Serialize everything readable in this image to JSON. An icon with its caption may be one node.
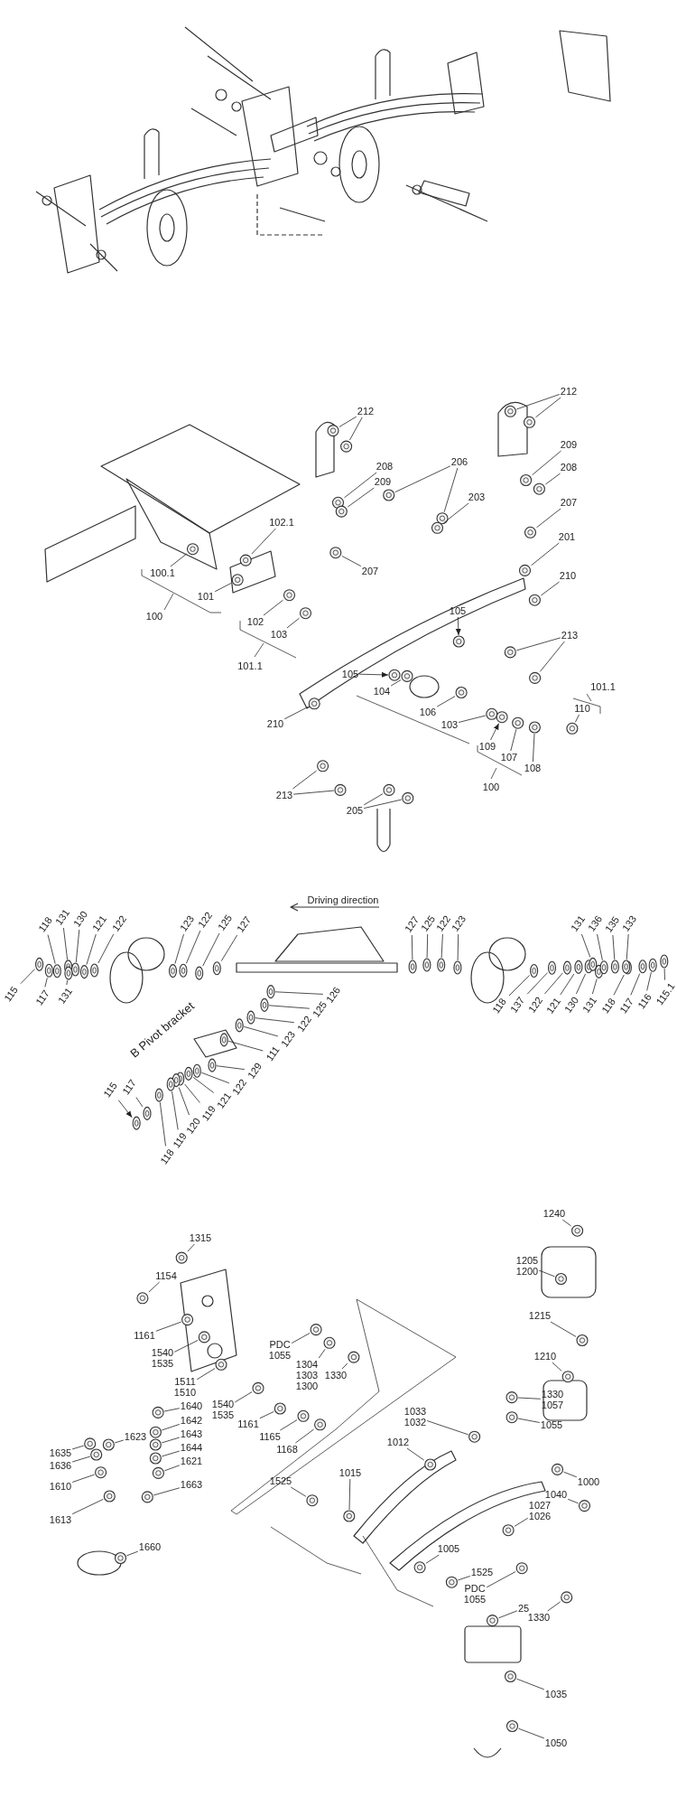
{
  "diagram": {
    "nodes": [
      {
        "text": [
          "102.1"
        ]
      },
      {
        "text": [
          "100.1"
        ]
      },
      {
        "text": [
          "101"
        ]
      },
      {
        "text": [
          "102"
        ]
      },
      {
        "text": [
          "103"
        ]
      },
      {
        "text": [
          "210"
        ]
      },
      {
        "text": [
          "213"
        ]
      },
      {
        "text": [
          "212"
        ]
      },
      {
        "text": [
          "208"
        ]
      },
      {
        "text": [
          "209"
        ]
      },
      {
        "text": [
          "206"
        ]
      },
      {
        "text": [
          "203"
        ]
      },
      {
        "text": [
          "207"
        ]
      },
      {
        "text": [
          "212"
        ]
      },
      {
        "text": [
          "209"
        ]
      },
      {
        "text": [
          "208"
        ]
      },
      {
        "text": [
          "207"
        ]
      },
      {
        "text": [
          "201"
        ]
      },
      {
        "text": [
          "210"
        ]
      },
      {
        "text": [
          "213"
        ]
      },
      {
        "text": [
          "105"
        ]
      },
      {
        "text": [
          "105"
        ]
      },
      {
        "text": [
          "104"
        ]
      },
      {
        "text": [
          "106"
        ]
      },
      {
        "text": [
          "103"
        ]
      },
      {
        "text": [
          "109"
        ]
      },
      {
        "text": [
          "107"
        ]
      },
      {
        "text": [
          "108"
        ]
      },
      {
        "text": [
          "110"
        ]
      },
      {
        "text": [
          "205"
        ]
      },
      {
        "text": [
          "118"
        ]
      },
      {
        "text": [
          "131"
        ]
      },
      {
        "text": [
          "130"
        ]
      },
      {
        "text": [
          "121"
        ]
      },
      {
        "text": [
          "122"
        ]
      },
      {
        "text": [
          "115"
        ]
      },
      {
        "text": [
          "117"
        ]
      },
      {
        "text": [
          "131"
        ]
      },
      {
        "text": [
          "123"
        ]
      },
      {
        "text": [
          "122"
        ]
      },
      {
        "text": [
          "125"
        ]
      },
      {
        "text": [
          "127"
        ]
      },
      {
        "text": [
          "126"
        ]
      },
      {
        "text": [
          "125"
        ]
      },
      {
        "text": [
          "122"
        ]
      },
      {
        "text": [
          "123"
        ]
      },
      {
        "text": [
          "111"
        ]
      },
      {
        "text": [
          "129"
        ]
      },
      {
        "text": [
          "122"
        ]
      },
      {
        "text": [
          "121"
        ]
      },
      {
        "text": [
          "119"
        ]
      },
      {
        "text": [
          "120"
        ]
      },
      {
        "text": [
          "119"
        ]
      },
      {
        "text": [
          "118"
        ]
      },
      {
        "text": [
          "115"
        ]
      },
      {
        "text": [
          "117"
        ]
      },
      {
        "text": [
          "127"
        ]
      },
      {
        "text": [
          "125"
        ]
      },
      {
        "text": [
          "122"
        ]
      },
      {
        "text": [
          "123"
        ]
      },
      {
        "text": [
          "118"
        ]
      },
      {
        "text": [
          "137"
        ]
      },
      {
        "text": [
          "122"
        ]
      },
      {
        "text": [
          "121"
        ]
      },
      {
        "text": [
          "130"
        ]
      },
      {
        "text": [
          "131"
        ]
      },
      {
        "text": [
          "118"
        ]
      },
      {
        "text": [
          "117"
        ]
      },
      {
        "text": [
          "116"
        ]
      },
      {
        "text": [
          "115.1"
        ]
      },
      {
        "text": [
          "131"
        ]
      },
      {
        "text": [
          "136"
        ]
      },
      {
        "text": [
          "135"
        ]
      },
      {
        "text": [
          "133"
        ]
      },
      {
        "text": [
          "1315"
        ]
      },
      {
        "text": [
          "1154"
        ]
      },
      {
        "text": [
          "1161"
        ]
      },
      {
        "text": [
          "1540 1535"
        ]
      },
      {
        "text": [
          "1511 1510"
        ]
      },
      {
        "text": [
          "PDC 1055"
        ]
      },
      {
        "text": [
          "1304 1303 1300"
        ]
      },
      {
        "text": [
          "1330"
        ]
      },
      {
        "text": [
          "1540 1535"
        ]
      },
      {
        "text": [
          "1161"
        ]
      },
      {
        "text": [
          "1165"
        ]
      },
      {
        "text": [
          "1168"
        ]
      },
      {
        "text": [
          "1240"
        ]
      },
      {
        "text": [
          "1205 1200"
        ]
      },
      {
        "text": [
          "1215"
        ]
      },
      {
        "text": [
          "1210"
        ]
      },
      {
        "text": [
          "1330 1057"
        ]
      },
      {
        "text": [
          "1055"
        ]
      },
      {
        "text": [
          "1033 1032"
        ]
      },
      {
        "text": [
          "1012"
        ]
      },
      {
        "text": [
          "1000"
        ]
      },
      {
        "text": [
          "1640"
        ]
      },
      {
        "text": [
          "1642"
        ]
      },
      {
        "text": [
          "1643"
        ]
      },
      {
        "text": [
          "1644"
        ]
      },
      {
        "text": [
          "1621"
        ]
      },
      {
        "text": [
          "1663"
        ]
      },
      {
        "text": [
          "1623"
        ]
      },
      {
        "text": [
          "1635"
        ]
      },
      {
        "text": [
          "1636"
        ]
      },
      {
        "text": [
          "1610"
        ]
      },
      {
        "text": [
          "1525"
        ]
      },
      {
        "text": [
          "1015"
        ]
      },
      {
        "text": [
          "1040"
        ]
      },
      {
        "text": [
          "1027 1026"
        ]
      },
      {
        "text": [
          "1613"
        ]
      },
      {
        "text": [
          "1660"
        ]
      },
      {
        "text": [
          "1005"
        ]
      },
      {
        "text": [
          "1525"
        ]
      },
      {
        "text": [
          "PDC 1055"
        ]
      },
      {
        "text": [
          "1330"
        ]
      },
      {
        "text": [
          "25"
        ]
      },
      {
        "text": [
          "1035"
        ]
      },
      {
        "text": [
          "1050"
        ]
      },
      {
        "text": [],
        "shape": "picture"
      },
      {
        "text": [],
        "shape": "picture"
      },
      {
        "text": [],
        "shape": "picture"
      },
      {
        "text": [],
        "shape": "picture"
      },
      {
        "text": [],
        "shape": "picture"
      },
      {
        "text": [],
        "shape": "picture"
      },
      {
        "text": [],
        "shape": "picture"
      },
      {
        "text": [],
        "shape": "picture"
      },
      {
        "text": [],
        "shape": "picture"
      },
      {
        "text": [],
        "shape": "picture"
      },
      {
        "text": [],
        "shape": "picture"
      },
      {
        "text": [],
        "shape": "picture"
      },
      {
        "text": [],
        "shape": "picture"
      },
      {
        "text": [],
        "shape": "picture"
      },
      {
        "text": [],
        "shape": "picture"
      },
      {
        "text": [],
        "shape": "picture"
      },
      {
        "text": [],
        "shape": "picture"
      },
      {
        "text": [],
        "shape": "picture"
      },
      {
        "text": [],
        "shape": "picture"
      },
      {
        "text": [],
        "shape": "picture"
      },
      {
        "text": [],
        "shape": "picture"
      },
      {
        "text": [],
        "shape": "picture"
      },
      {
        "text": [],
        "shape": "picture"
      },
      {
        "text": [],
        "shape": "picture"
      },
      {
        "text": [],
        "shape": "picture"
      },
      {
        "text": [],
        "shape": "picture"
      },
      {
        "text": [],
        "shape": "picture"
      },
      {
        "text": [],
        "shape": "picture"
      },
      {
        "text": [],
        "shape": "picture"
      },
      {
        "text": [],
        "shape": "picture"
      },
      {
        "text": [],
        "shape": "picture"
      },
      {
        "text": [],
        "shape": "picture"
      },
      {
        "text": [],
        "shape": "picture"
      },
      {
        "text": [],
        "shape": "picture"
      },
      {
        "text": [],
        "shape": "picture"
      },
      {
        "text": [],
        "shape": "picture"
      },
      {
        "text": [],
        "shape": "picture"
      },
      {
        "text": [],
        "shape": "picture"
      },
      {
        "text": [],
        "shape": "picture"
      },
      {
        "text": [],
        "shape": "picture"
      },
      {
        "text": [],
        "shape": "picture"
      },
      {
        "text": [],
        "shape": "picture"
      },
      {
        "text": [],
        "shape": "picture"
      },
      {
        "text": [],
        "shape": "picture"
      },
      {
        "text": [],
        "shape": "picture"
      },
      {
        "text": [],
        "shape": "picture"
      },
      {
        "text": [],
        "shape": "picture"
      },
      {
        "text": [],
        "shape": "picture"
      },
      {
        "text": [],
        "shape": "picture"
      },
      {
        "text": [],
        "shape": "picture"
      },
      {
        "text": [],
        "shape": "picture"
      },
      {
        "text": [],
        "shape": "picture"
      },
      {
        "text": [],
        "shape": "picture"
      },
      {
        "text": [],
        "shape": "picture"
      },
      {
        "text": [],
        "shape": "picture"
      },
      {
        "text": [],
        "shape": "picture"
      },
      {
        "text": [],
        "shape": "picture"
      },
      {
        "text": [],
        "shape": "picture"
      },
      {
        "text": [],
        "shape": "picture"
      },
      {
        "text": [],
        "shape": "picture"
      },
      {
        "text": [],
        "shape": "picture"
      },
      {
        "text": [],
        "shape": "picture"
      },
      {
        "text": [],
        "shape": "picture"
      },
      {
        "text": [],
        "shape": "picture"
      },
      {
        "text": [],
        "shape": "picture"
      },
      {
        "text": [],
        "shape": "picture"
      },
      {
        "text": [],
        "shape": "picture"
      },
      {
        "text": [],
        "shape": "picture"
      },
      {
        "text": [],
        "shape": "picture"
      },
      {
        "text": [],
        "shape": "picture"
      },
      {
        "text": [],
        "shape": "picture"
      },
      {
        "text": [],
        "shape": "picture"
      },
      {
        "text": [],
        "shape": "picture"
      },
      {
        "text": [],
        "shape": "picture"
      },
      {
        "text": [],
        "shape": "picture"
      },
      {
        "text": [],
        "shape": "picture"
      },
      {
        "text": [],
        "shape": "picture"
      },
      {
        "text": [],
        "shape": "picture"
      },
      {
        "text": [],
        "shape": "picture"
      },
      {
        "text": [],
        "shape": "picture"
      },
      {
        "text": [],
        "shape": "picture"
      },
      {
        "text": [],
        "shape": "picture"
      },
      {
        "text": [],
        "shape": "picture"
      },
      {
        "text": [],
        "shape": "picture"
      },
      {
        "text": [],
        "shape": "picture"
      },
      {
        "text": [],
        "shape": "picture"
      },
      {
        "text": [],
        "shape": "picture"
      },
      {
        "text": [],
        "shape": "picture"
      },
      {
        "text": [],
        "shape": "picture"
      },
      {
        "text": [],
        "shape": "picture"
      },
      {
        "text": [],
        "shape": "picture"
      },
      {
        "text": [],
        "shape": "picture"
      },
      {
        "text": [],
        "shape": "picture"
      },
      {
        "text": [],
        "shape": "picture"
      },
      {
        "text": [],
        "shape": "picture"
      },
      {
        "text": [],
        "shape": "picture"
      },
      {
        "text": [],
        "shape": "picture"
      },
      {
        "text": [],
        "shape": "picture"
      },
      {
        "text": [],
        "shape": "picture"
      },
      {
        "text": [],
        "shape": "picture"
      },
      {
        "text": [],
        "shape": "picture"
      },
      {
        "text": [],
        "shape": "picture"
      },
      {
        "text": [],
        "shape": "picture"
      },
      {
        "text": [],
        "shape": "picture"
      },
      {
        "text": [],
        "shape": "picture"
      },
      {
        "text": [],
        "shape": "picture"
      },
      {
        "text": [],
        "shape": "picture"
      },
      {
        "text": [],
        "shape": "picture"
      },
      {
        "text": [],
        "shape": "picture"
      },
      {
        "text": [],
        "shape": "picture"
      },
      {
        "text": [],
        "shape": "picture"
      },
      {
        "text": [],
        "shape": "picture"
      },
      {
        "text": [],
        "shape": "picture"
      },
      {
        "text": [],
        "shape": "picture"
      },
      {
        "text": [],
        "shape": "picture"
      },
      {
        "text": [],
        "shape": "picture"
      },
      {
        "text": [],
        "shape": "picture"
      },
      {
        "text": [],
        "shape": "picture"
      },
      {
        "text": [],
        "shape": "picture"
      },
      {
        "text": [],
        "shape": "picture"
      },
      {
        "text": [],
        "shape": "picture"
      },
      {
        "text": [],
        "shape": "picture"
      },
      {
        "text": [],
        "shape": "picture"
      },
      {
        "text": [],
        "shape": "picture"
      }
    ],
    "edges": [
      {
        "from": 0,
        "to": 118,
        "arrow": "none"
      },
      {
        "from": 1,
        "to": 119,
        "arrow": "none"
      },
      {
        "from": 2,
        "to": 120,
        "arrow": "none"
      },
      {
        "from": 3,
        "to": 121,
        "arrow": "none"
      },
      {
        "from": 4,
        "to": 122,
        "arrow": "none"
      },
      {
        "from": 5,
        "to": 123,
        "arrow": "none"
      },
      {
        "from": 6,
        "to": 124,
        "arrow": "none"
      },
      {
        "from": 6,
        "to": 125,
        "arrow": "none"
      },
      {
        "from": 7,
        "to": 126,
        "arrow": "none"
      },
      {
        "from": 7,
        "to": 127,
        "arrow": "none"
      },
      {
        "from": 8,
        "to": 128,
        "arrow": "none"
      },
      {
        "from": 9,
        "to": 129,
        "arrow": "none"
      },
      {
        "from": 10,
        "to": 130,
        "arrow": "none"
      },
      {
        "from": 10,
        "to": 131,
        "arrow": "none"
      },
      {
        "from": 11,
        "to": 132,
        "arrow": "none"
      },
      {
        "from": 12,
        "to": 133,
        "arrow": "none"
      },
      {
        "from": 13,
        "to": 134,
        "arrow": "none"
      },
      {
        "from": 13,
        "to": 135,
        "arrow": "none"
      },
      {
        "from": 14,
        "to": 136,
        "arrow": "none"
      },
      {
        "from": 15,
        "to": 137,
        "arrow": "none"
      },
      {
        "from": 16,
        "to": 138,
        "arrow": "none"
      },
      {
        "from": 17,
        "to": 139,
        "arrow": "none"
      },
      {
        "from": 18,
        "to": 140,
        "arrow": "none"
      },
      {
        "from": 19,
        "to": 141,
        "arrow": "none"
      },
      {
        "from": 19,
        "to": 142,
        "arrow": "none"
      },
      {
        "from": 20,
        "to": 143,
        "arrow": "to"
      },
      {
        "from": 21,
        "to": 144,
        "arrow": "to"
      },
      {
        "from": 22,
        "to": 145,
        "arrow": "none"
      },
      {
        "from": 23,
        "to": 146,
        "arrow": "none"
      },
      {
        "from": 24,
        "to": 147,
        "arrow": "none"
      },
      {
        "from": 25,
        "to": 148,
        "arrow": "to"
      },
      {
        "from": 26,
        "to": 149,
        "arrow": "none"
      },
      {
        "from": 27,
        "to": 150,
        "arrow": "none"
      },
      {
        "from": 28,
        "to": 151,
        "arrow": "none"
      },
      {
        "from": 29,
        "to": 152,
        "arrow": "none"
      },
      {
        "from": 29,
        "to": 153,
        "arrow": "none"
      },
      {
        "from": 30,
        "to": 154,
        "arrow": "none"
      },
      {
        "from": 31,
        "to": 155,
        "arrow": "none"
      },
      {
        "from": 32,
        "to": 156,
        "arrow": "none"
      },
      {
        "from": 33,
        "to": 157,
        "arrow": "none"
      },
      {
        "from": 34,
        "to": 158,
        "arrow": "none"
      },
      {
        "from": 35,
        "to": 159,
        "arrow": "none"
      },
      {
        "from": 36,
        "to": 160,
        "arrow": "none"
      },
      {
        "from": 37,
        "to": 161,
        "arrow": "none"
      },
      {
        "from": 38,
        "to": 162,
        "arrow": "none"
      },
      {
        "from": 39,
        "to": 163,
        "arrow": "none"
      },
      {
        "from": 40,
        "to": 164,
        "arrow": "none"
      },
      {
        "from": 41,
        "to": 165,
        "arrow": "none"
      },
      {
        "from": 42,
        "to": 166,
        "arrow": "none"
      },
      {
        "from": 43,
        "to": 167,
        "arrow": "none"
      },
      {
        "from": 44,
        "to": 168,
        "arrow": "none"
      },
      {
        "from": 45,
        "to": 169,
        "arrow": "none"
      },
      {
        "from": 46,
        "to": 170,
        "arrow": "none"
      },
      {
        "from": 47,
        "to": 171,
        "arrow": "none"
      },
      {
        "from": 48,
        "to": 172,
        "arrow": "none"
      },
      {
        "from": 49,
        "to": 173,
        "arrow": "none"
      },
      {
        "from": 50,
        "to": 174,
        "arrow": "none"
      },
      {
        "from": 51,
        "to": 175,
        "arrow": "none"
      },
      {
        "from": 52,
        "to": 176,
        "arrow": "none"
      },
      {
        "from": 53,
        "to": 177,
        "arrow": "none"
      },
      {
        "from": 54,
        "to": 178,
        "arrow": "to"
      },
      {
        "from": 55,
        "to": 179,
        "arrow": "none"
      },
      {
        "from": 56,
        "to": 180,
        "arrow": "none"
      },
      {
        "from": 57,
        "to": 181,
        "arrow": "none"
      },
      {
        "from": 58,
        "to": 182,
        "arrow": "none"
      },
      {
        "from": 59,
        "to": 183,
        "arrow": "none"
      },
      {
        "from": 60,
        "to": 184,
        "arrow": "none"
      },
      {
        "from": 61,
        "to": 185,
        "arrow": "none"
      },
      {
        "from": 62,
        "to": 186,
        "arrow": "none"
      },
      {
        "from": 63,
        "to": 187,
        "arrow": "none"
      },
      {
        "from": 64,
        "to": 188,
        "arrow": "none"
      },
      {
        "from": 65,
        "to": 189,
        "arrow": "none"
      },
      {
        "from": 66,
        "to": 190,
        "arrow": "none"
      },
      {
        "from": 67,
        "to": 191,
        "arrow": "none"
      },
      {
        "from": 68,
        "to": 192,
        "arrow": "none"
      },
      {
        "from": 69,
        "to": 193,
        "arrow": "none"
      },
      {
        "from": 70,
        "to": 194,
        "arrow": "none"
      },
      {
        "from": 71,
        "to": 195,
        "arrow": "none"
      },
      {
        "from": 72,
        "to": 196,
        "arrow": "none"
      },
      {
        "from": 73,
        "to": 197,
        "arrow": "none"
      },
      {
        "from": 74,
        "to": 198,
        "arrow": "none"
      },
      {
        "from": 75,
        "to": 199,
        "arrow": "none"
      },
      {
        "from": 76,
        "to": 200,
        "arrow": "none"
      },
      {
        "from": 77,
        "to": 201,
        "arrow": "none"
      },
      {
        "from": 78,
        "to": 202,
        "arrow": "none"
      },
      {
        "from": 79,
        "to": 203,
        "arrow": "none"
      },
      {
        "from": 80,
        "to": 204,
        "arrow": "none"
      },
      {
        "from": 81,
        "to": 205,
        "arrow": "none"
      },
      {
        "from": 82,
        "to": 206,
        "arrow": "none"
      },
      {
        "from": 83,
        "to": 207,
        "arrow": "none"
      },
      {
        "from": 84,
        "to": 208,
        "arrow": "none"
      },
      {
        "from": 85,
        "to": 209,
        "arrow": "none"
      },
      {
        "from": 86,
        "to": 210,
        "arrow": "none"
      },
      {
        "from": 87,
        "to": 211,
        "arrow": "none"
      },
      {
        "from": 88,
        "to": 212,
        "arrow": "none"
      },
      {
        "from": 89,
        "to": 213,
        "arrow": "none"
      },
      {
        "from": 90,
        "to": 214,
        "arrow": "none"
      },
      {
        "from": 91,
        "to": 215,
        "arrow": "none"
      },
      {
        "from": 92,
        "to": 216,
        "arrow": "none"
      },
      {
        "from": 93,
        "to": 217,
        "arrow": "none"
      },
      {
        "from": 94,
        "to": 218,
        "arrow": "none"
      },
      {
        "from": 95,
        "to": 219,
        "arrow": "none"
      },
      {
        "from": 96,
        "to": 220,
        "arrow": "none"
      },
      {
        "from": 97,
        "to": 221,
        "arrow": "none"
      },
      {
        "from": 98,
        "to": 222,
        "arrow": "none"
      },
      {
        "from": 99,
        "to": 223,
        "arrow": "none"
      },
      {
        "from": 100,
        "to": 224,
        "arrow": "none"
      },
      {
        "from": 101,
        "to": 225,
        "arrow": "none"
      },
      {
        "from": 102,
        "to": 226,
        "arrow": "none"
      },
      {
        "from": 103,
        "to": 227,
        "arrow": "none"
      },
      {
        "from": 104,
        "to": 228,
        "arrow": "none"
      },
      {
        "from": 105,
        "to": 229,
        "arrow": "none"
      },
      {
        "from": 106,
        "to": 230,
        "arrow": "none"
      },
      {
        "from": 107,
        "to": 231,
        "arrow": "none"
      },
      {
        "from": 108,
        "to": 232,
        "arrow": "none"
      },
      {
        "from": 109,
        "to": 233,
        "arrow": "none"
      },
      {
        "from": 110,
        "to": 234,
        "arrow": "none"
      },
      {
        "from": 111,
        "to": 235,
        "arrow": "none"
      },
      {
        "from": 112,
        "to": 236,
        "arrow": "none"
      },
      {
        "from": 113,
        "to": 237,
        "arrow": "none"
      },
      {
        "from": 114,
        "to": 238,
        "arrow": "none"
      },
      {
        "from": 115,
        "to": 239,
        "arrow": "none"
      },
      {
        "from": 116,
        "to": 240,
        "arrow": "none"
      },
      {
        "from": 117,
        "to": 241,
        "arrow": "none"
      }
    ],
    "labels": [
      "100",
      "101.1",
      "101.1",
      "100",
      "Driving direction",
      "B Pivot bracket"
    ]
  }
}
